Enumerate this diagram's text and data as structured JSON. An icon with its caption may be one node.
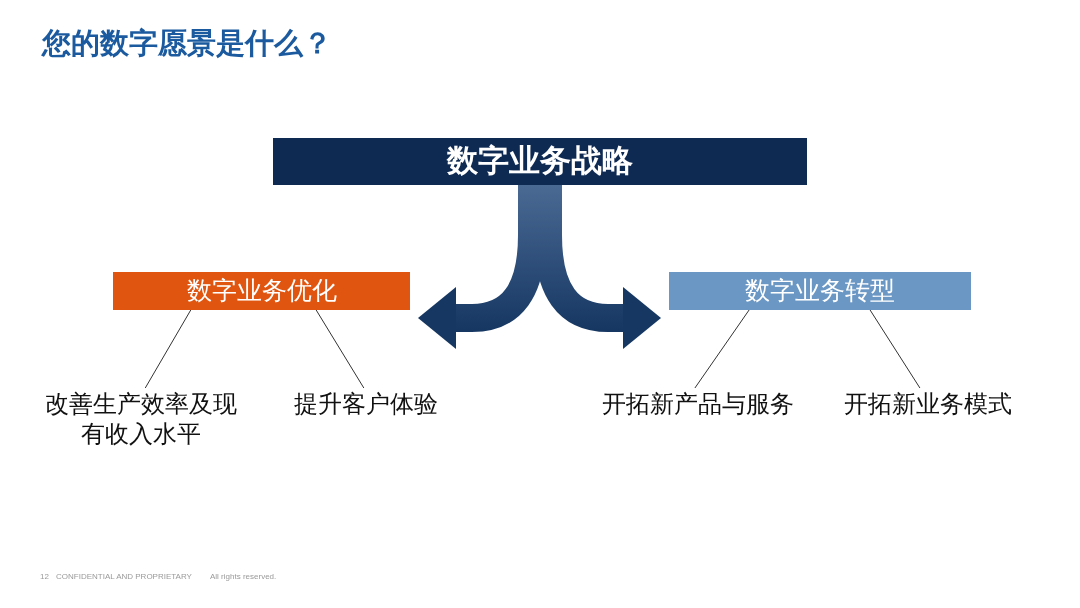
{
  "diagram": {
    "title": "您的数字愿景是什么？",
    "nodes": [
      {
        "text": [
          "数字业务战略"
        ]
      },
      {
        "text": [
          "数字业务优化"
        ]
      },
      {
        "text": [
          "数字业务转型"
        ]
      },
      {
        "text": [
          "改善生产效率及现有收入水平"
        ]
      },
      {
        "text": [
          "提升客户体验"
        ]
      },
      {
        "text": [
          "开拓新产品与服务"
        ]
      },
      {
        "text": [
          "开拓新业务模式"
        ]
      }
    ],
    "edges": [
      {
        "from": 0,
        "to": 1,
        "arrow": "to",
        "style": "thick"
      },
      {
        "from": 0,
        "to": 2,
        "arrow": "to",
        "style": "thick"
      },
      {
        "from": 1,
        "to": 3,
        "arrow": "none"
      },
      {
        "from": 1,
        "to": 4,
        "arrow": "none"
      },
      {
        "from": 2,
        "to": 5,
        "arrow": "none"
      },
      {
        "from": 2,
        "to": 6,
        "arrow": "none"
      }
    ],
    "labels": [
      "12",
      "CONFIDENTIAL AND PROPRIETARY",
      "All rights reserved."
    ]
  }
}
